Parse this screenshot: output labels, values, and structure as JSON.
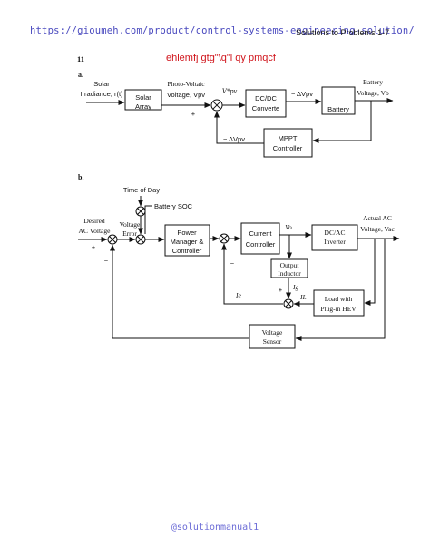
{
  "header": {
    "url": "https://gioumeh.com/product/control-systems-engineering-solution/",
    "running_title": "Solutions to Problems",
    "page_number": "1-7"
  },
  "problem": {
    "number": "11",
    "scrambled_heading": "ehlemfj gtg\"\\q\"l qy pmqcf"
  },
  "diagram_a": {
    "label": "a.",
    "input_line1": "Solar",
    "input_line2": "Irradiance, r(t)",
    "solar_line1": "Solar",
    "solar_line2": "Array",
    "pv_line1": "Photo-Voltaic",
    "pv_line2": "Voltage, Vpv",
    "plus_sign": "+",
    "minus_sign": "−",
    "vpv_star": "V*pv",
    "dcdc_line1": "DC/DC",
    "dcdc_line2": "Converte",
    "delta_top": "− ΔVpv",
    "battery_block": "Battery",
    "battery_out_line1": "Battery",
    "battery_out_line2": "Voltage, Vb",
    "delta_feedback": "− ΔVpv",
    "mppt_line1": "MPPT",
    "mppt_line2": "Controller"
  },
  "diagram_b": {
    "label": "b.",
    "time_of_day": "Time of Day",
    "battery_soc": "Battery SOC",
    "desired_line1": "Desired",
    "desired_line2": "AC Voltage",
    "plus_sign": "+",
    "minus_sign": "−",
    "error_line1": "Voltage",
    "error_line2": "Error",
    "power_line1": "Power",
    "power_line2": "Manager &",
    "power_line3": "Controller",
    "current_line1": "Current",
    "current_line2": "Controller",
    "v_o": "Vo",
    "dcac_line1": "DC/AC",
    "dcac_line2": "Inverter",
    "actual_line1": "Actual AC",
    "actual_line2": "Voltage, Vac",
    "minus_sign_2": "−",
    "inductor_line1": "Output",
    "inductor_line2": "Inductor",
    "plus_sign_2": "+",
    "i_g": "Ig",
    "i_e": "Ie",
    "i_l": "IL",
    "load_line1": "Load with",
    "load_line2": "Plug-in HEV",
    "sensor_line1": "Voltage",
    "sensor_line2": "Sensor"
  },
  "footer": {
    "watermark": "@solutionmanual1"
  }
}
